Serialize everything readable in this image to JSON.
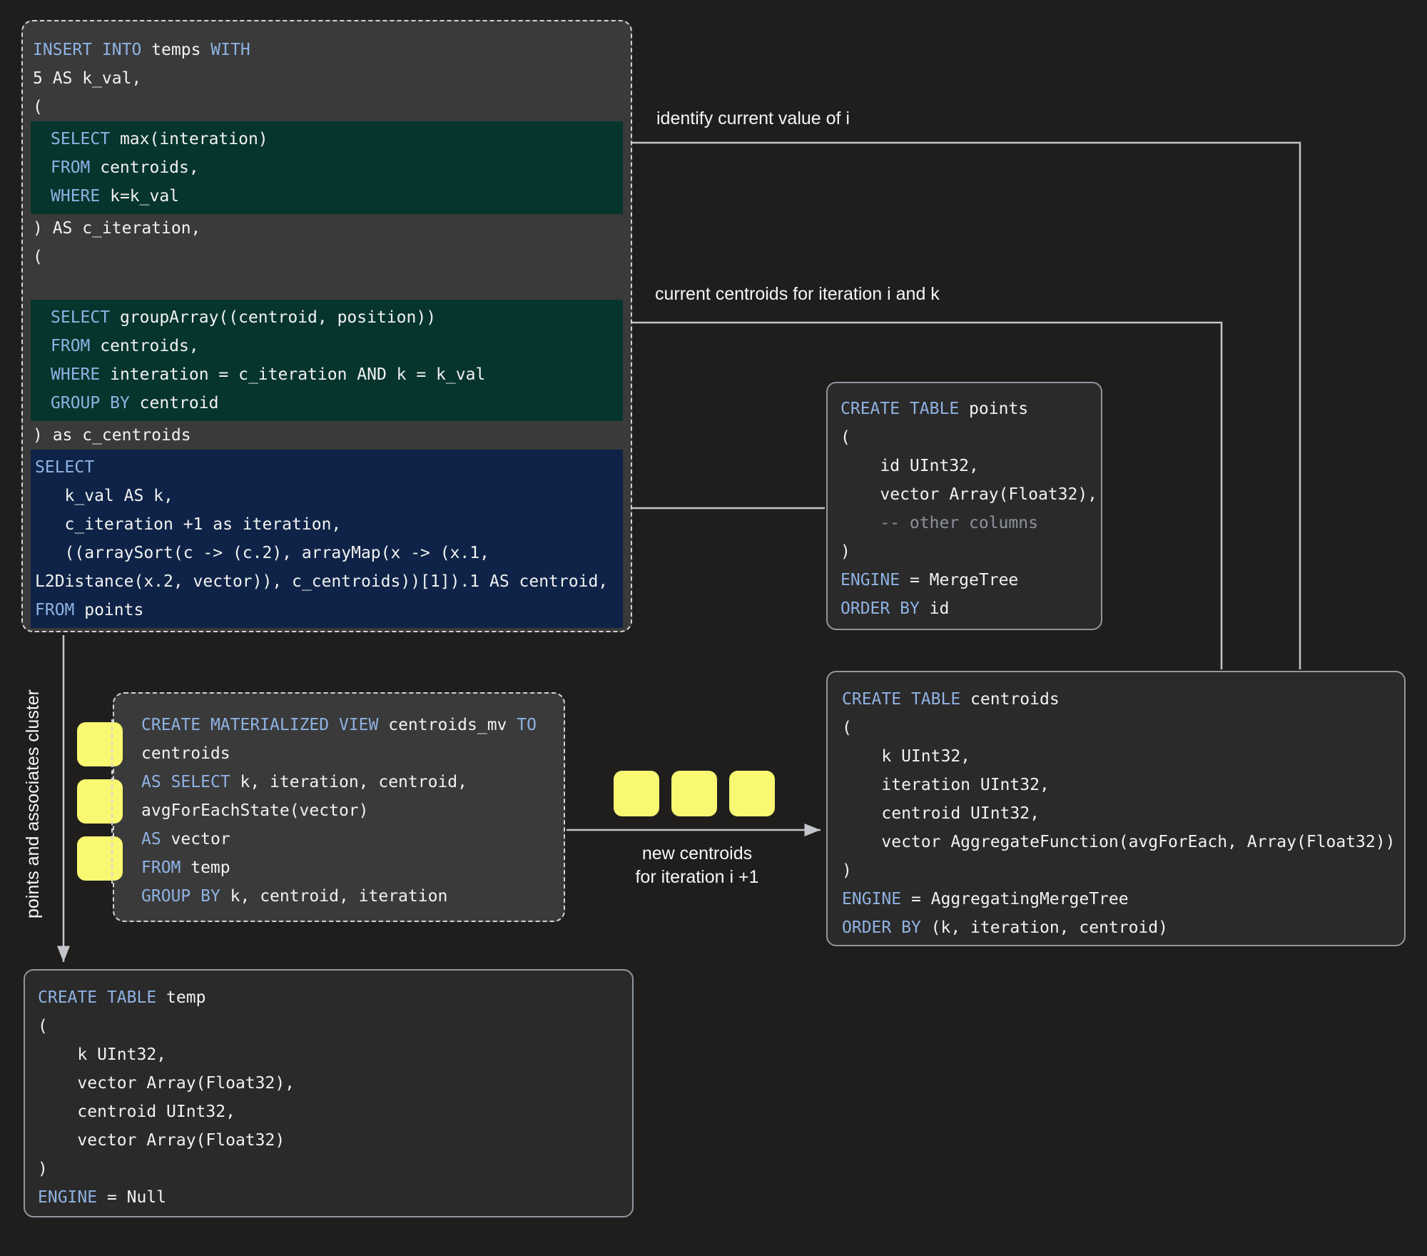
{
  "colors": {
    "page_bg": "#201e1d",
    "panel_light": "#3a3a3a",
    "panel_dark": "#2b2a2a",
    "green_bg": "#06352e",
    "navy_bg": "#0e2347",
    "keyword": "#8fb2e3",
    "text": "#f2f2f2",
    "comment": "#8d939b",
    "yellow": "#f8f873",
    "arrow": "#c2c6ca",
    "border_dashed": "#d2d3d4",
    "border_solid": "#90969c",
    "label_text": "#f5f6f7"
  },
  "syntax": {
    "keywords": [
      "INSERT",
      "INTO",
      "WITH",
      "SELECT",
      "FROM",
      "WHERE",
      "GROUP",
      "BY",
      "CREATE",
      "TABLE",
      "MATERIALIZED",
      "VIEW",
      "TO",
      "ENGINE",
      "ORDER"
    ],
    "line_initial_keywords": [
      "AS"
    ]
  },
  "insert_box": {
    "segments": [
      {
        "type": "plain",
        "lines": [
          "INSERT INTO temps WITH",
          "5 AS k_val,",
          "("
        ]
      },
      {
        "type": "green",
        "lines": [
          "SELECT max(interation)",
          "FROM centroids,",
          "WHERE k=k_val"
        ]
      },
      {
        "type": "plain",
        "lines": [
          ") AS c_iteration,",
          "(",
          ""
        ]
      },
      {
        "type": "green",
        "lines": [
          "SELECT groupArray((centroid, position))",
          "FROM centroids,",
          "WHERE interation = c_iteration AND k = k_val",
          "GROUP BY centroid"
        ]
      },
      {
        "type": "plain",
        "lines": [
          ") as c_centroids"
        ]
      },
      {
        "type": "navy",
        "lines": [
          "SELECT",
          "   k_val AS k,",
          "   c_iteration +1 as iteration,",
          "   ((arraySort(c -> (c.2), arrayMap(x -> (x.1,",
          "L2Distance(x.2, vector)), c_centroids))[1]).1 AS centroid,",
          "FROM points"
        ]
      }
    ]
  },
  "points_box": {
    "lines": [
      "CREATE TABLE points",
      "(",
      "    id UInt32,",
      "    vector Array(Float32),",
      "    -- other columns",
      ")",
      "ENGINE = MergeTree",
      "ORDER BY id"
    ]
  },
  "centroids_box": {
    "lines": [
      "CREATE TABLE centroids",
      "(",
      "    k UInt32,",
      "    iteration UInt32,",
      "    centroid UInt32,",
      "    vector AggregateFunction(avgForEach, Array(Float32))",
      ")",
      "ENGINE = AggregatingMergeTree",
      "ORDER BY (k, iteration, centroid)"
    ]
  },
  "mv_box": {
    "lines": [
      "CREATE MATERIALIZED VIEW centroids_mv TO",
      "centroids",
      "AS SELECT k, iteration, centroid,",
      "avgForEachState(vector)",
      "AS vector",
      "FROM temp",
      "GROUP BY k, centroid, iteration"
    ]
  },
  "temp_box": {
    "lines": [
      "CREATE TABLE temp",
      "(",
      "    k UInt32,",
      "    vector Array(Float32),",
      "    centroid UInt32,",
      "    vector Array(Float32)",
      ")",
      "ENGINE = Null"
    ]
  },
  "annotations": {
    "identify_current_i": "identify current value of i",
    "current_centroids": "current centroids for iteration i and k",
    "new_centroids_line1": "new centroids",
    "new_centroids_line2": "for iteration i +1",
    "points_cluster": "points and associates cluster"
  }
}
